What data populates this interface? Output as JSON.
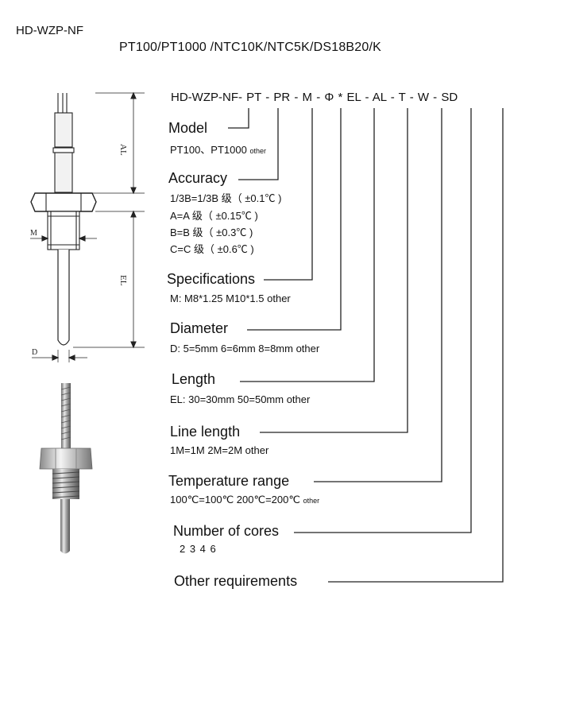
{
  "header": {
    "title": "HD-WZP-NF",
    "subtitle": "PT100/PT1000 /NTC10K/NTC5K/DS18B20/K"
  },
  "code": "HD-WZP-NF- PT - PR - M - Φ * EL - AL - T - W - SD",
  "drawing": {
    "al_label": "AL",
    "el_label": "EL",
    "m_label": "M",
    "d_label": "D"
  },
  "fields": {
    "model": {
      "label": "Model",
      "lines": [
        "PT100、PT1000"
      ],
      "other": "other"
    },
    "accuracy": {
      "label": "Accuracy",
      "lines": [
        "1/3B=1/3B 级（ ±0.1℃ )",
        "A=A 级（ ±0.15℃ )",
        "B=B 级（ ±0.3℃ )",
        "C=C 级（ ±0.6℃ )"
      ]
    },
    "specifications": {
      "label": "Specifications",
      "lines": [
        "M:  M8*1.25  M10*1.5 other"
      ]
    },
    "diameter": {
      "label": "Diameter",
      "lines": [
        "D:  5=5mm  6=6mm  8=8mm other"
      ]
    },
    "length": {
      "label": "Length",
      "lines": [
        "EL:  30=30mm  50=50mm other"
      ]
    },
    "line_length": {
      "label": "Line length",
      "lines": [
        "1M=1M  2M=2M   other"
      ]
    },
    "temperature_range": {
      "label": "Temperature range",
      "lines": [
        "100℃=100℃ 200℃=200℃"
      ],
      "other": "other"
    },
    "number_of_cores": {
      "label": "Number of cores",
      "lines": [
        "2 3 4 6"
      ]
    },
    "other_requirements": {
      "label": "Other requirements"
    }
  }
}
